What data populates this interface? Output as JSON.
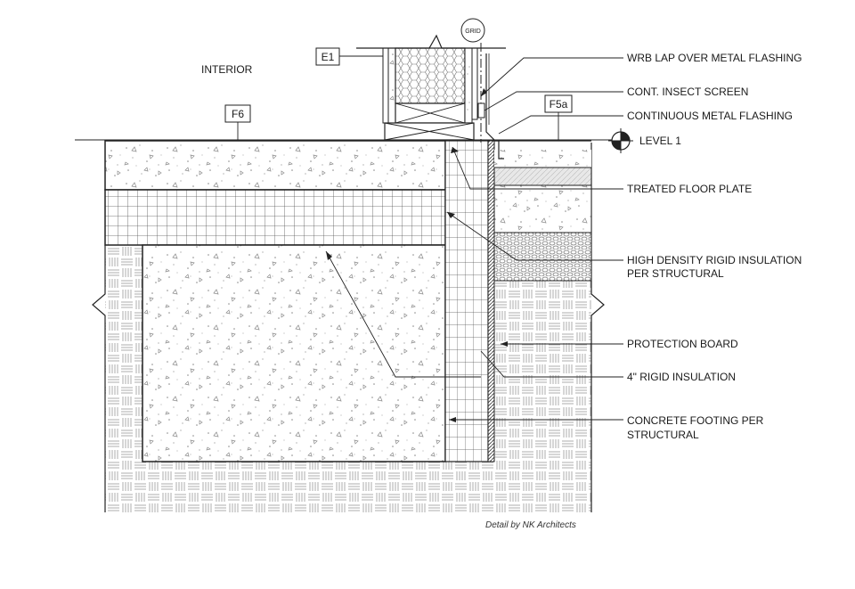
{
  "labels": {
    "interior": "INTERIOR",
    "level": "LEVEL 1",
    "credit": "Detail by NK Architects"
  },
  "tags": {
    "e1": "E1",
    "f6": "F6",
    "f5a": "F5a",
    "grid": "GRID"
  },
  "callouts": [
    {
      "id": "wrb",
      "lines": [
        "WRB LAP OVER METAL FLASHING"
      ]
    },
    {
      "id": "insect",
      "lines": [
        "CONT. INSECT SCREEN"
      ]
    },
    {
      "id": "flashing",
      "lines": [
        "CONTINUOUS METAL FLASHING"
      ]
    },
    {
      "id": "plate",
      "lines": [
        "TREATED FLOOR PLATE"
      ]
    },
    {
      "id": "hdins",
      "lines": [
        "HIGH DENSITY RIGID INSULATION",
        "PER STRUCTURAL"
      ]
    },
    {
      "id": "protect",
      "lines": [
        "PROTECTION BOARD"
      ]
    },
    {
      "id": "rigid",
      "lines": [
        "4\" RIGID INSULATION"
      ]
    },
    {
      "id": "footing",
      "lines": [
        "CONCRETE FOOTING PER",
        "STRUCTURAL"
      ]
    }
  ]
}
